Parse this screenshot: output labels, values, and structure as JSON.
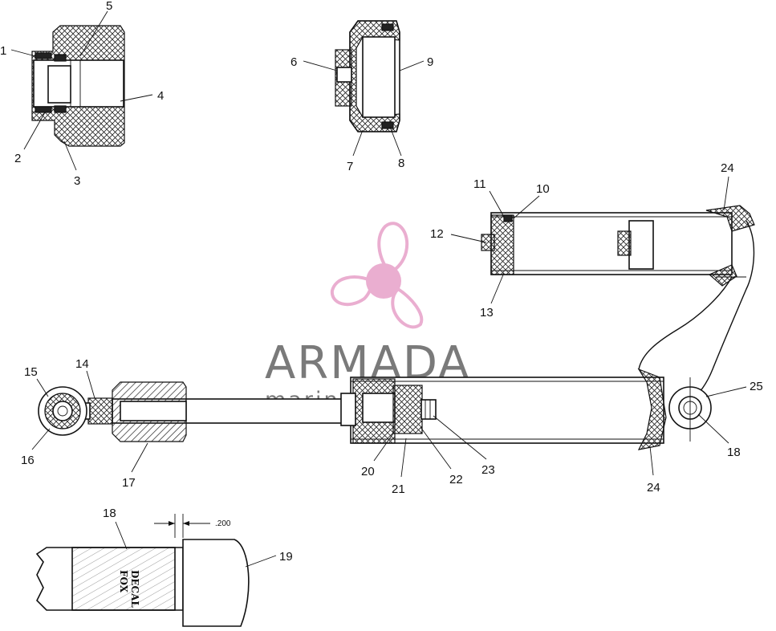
{
  "callouts": [
    {
      "id": "c1",
      "text": "1"
    },
    {
      "id": "c2",
      "text": "2"
    },
    {
      "id": "c3",
      "text": "3"
    },
    {
      "id": "c4",
      "text": "4"
    },
    {
      "id": "c5",
      "text": "5"
    },
    {
      "id": "c6",
      "text": "6"
    },
    {
      "id": "c7",
      "text": "7"
    },
    {
      "id": "c8",
      "text": "8"
    },
    {
      "id": "c9",
      "text": "9"
    },
    {
      "id": "c10",
      "text": "10"
    },
    {
      "id": "c11",
      "text": "11"
    },
    {
      "id": "c12",
      "text": "12"
    },
    {
      "id": "c13",
      "text": "13"
    },
    {
      "id": "c14",
      "text": "14"
    },
    {
      "id": "c15",
      "text": "15"
    },
    {
      "id": "c16",
      "text": "16"
    },
    {
      "id": "c17",
      "text": "17"
    },
    {
      "id": "c18a",
      "text": "18"
    },
    {
      "id": "c18b",
      "text": "18"
    },
    {
      "id": "c19",
      "text": "19"
    },
    {
      "id": "c20",
      "text": "20"
    },
    {
      "id": "c21",
      "text": "21"
    },
    {
      "id": "c22",
      "text": "22"
    },
    {
      "id": "c23",
      "text": "23"
    },
    {
      "id": "c24a",
      "text": "24"
    },
    {
      "id": "c24b",
      "text": "24"
    },
    {
      "id": "c25",
      "text": "25"
    }
  ],
  "dimension_label": ".200",
  "decal_text": [
    "FOX",
    "DECAL"
  ],
  "watermark": {
    "brand": "ARMADA",
    "tagline": "marine outboards",
    "logo_color": "#e8a6cc",
    "text_color": "#7a7a7a"
  }
}
